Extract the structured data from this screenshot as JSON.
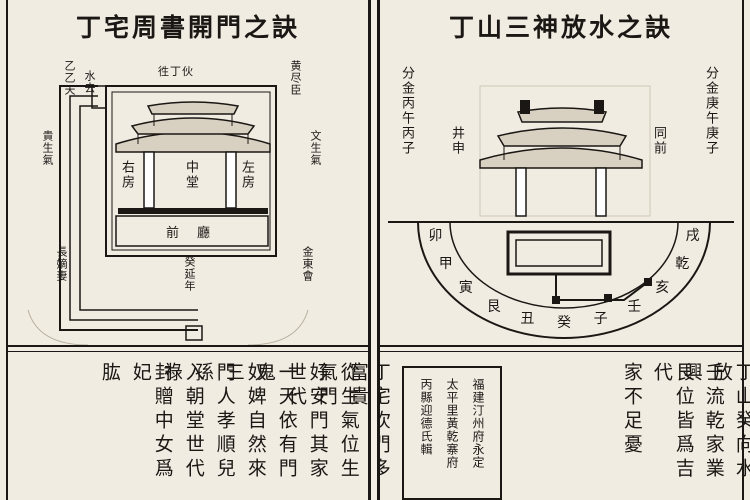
{
  "left": {
    "title": "丁宅周書開門之訣",
    "diagram": {
      "top_label": "徃丁伙",
      "tl_label": "乙乙天",
      "tl_label2": "水去",
      "tr_label": "黄尽臣",
      "left_label": "貴生氣",
      "right_label": "文生氣",
      "bl_label": "長嫡妻",
      "br_label": "金東會",
      "hall_left": "右房",
      "hall_mid": "中堂",
      "hall_right": "左房",
      "front_hall": "前廳",
      "bottom_label": "癸延年"
    },
    "text_columns": [
      "丁宅坎門多富貴",
      "從生氣位生氣門",
      "好安門其家世代",
      "一天依有門鬼",
      "奴婢自然來三",
      "門人孝順兒孫",
      "入朝堂世代祿",
      "封贈中女爲妃",
      "肱"
    ]
  },
  "right": {
    "title": "丁山三神放水之訣",
    "diagram": {
      "left_col_a": "分金丙午丙子",
      "well_label": "井申",
      "same_front": "同前",
      "right_col_a": "分金庚午庚子",
      "ring": [
        "卯",
        "甲",
        "寅",
        "艮",
        "丑",
        "癸",
        "子",
        "壬",
        "亥",
        "乾",
        "戌"
      ]
    },
    "note_box": [
      "福建汀州府永定",
      "太平里黃乾寨府",
      "丙縣迎德氏輯"
    ],
    "text_columns": [
      "丁山癸向水放",
      "壬流乾家業興",
      "艮位皆爲吉代",
      "家不足憂"
    ]
  }
}
